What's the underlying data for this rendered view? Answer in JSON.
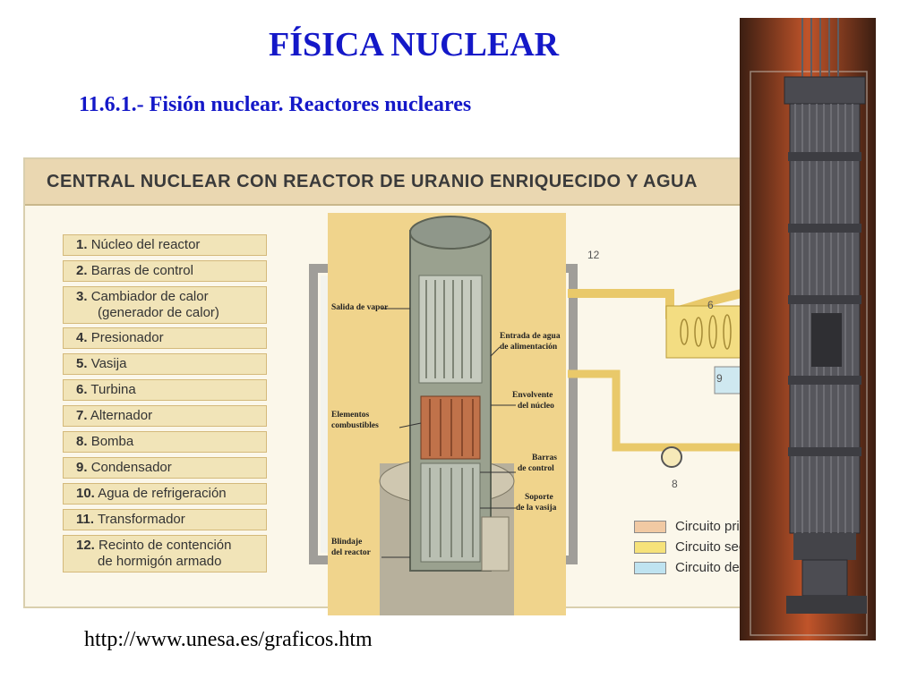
{
  "slide": {
    "title": "FÍSICA NUCLEAR",
    "subtitle": "11.6.1.- Fisión nuclear. Reactores nucleares",
    "url": "http://www.unesa.es/graficos.htm"
  },
  "diagram": {
    "header": "CENTRAL NUCLEAR CON REACTOR DE URANIO ENRIQUECIDO Y AGUA",
    "items": [
      {
        "num": "1.",
        "label": "Núcleo del reactor"
      },
      {
        "num": "2.",
        "label": "Barras de control"
      },
      {
        "num": "3.",
        "label": "Cambiador de calor",
        "label2": "(generador de calor)"
      },
      {
        "num": "4.",
        "label": "Presionador"
      },
      {
        "num": "5.",
        "label": "Vasija"
      },
      {
        "num": "6.",
        "label": "Turbina"
      },
      {
        "num": "7.",
        "label": "Alternador"
      },
      {
        "num": "8.",
        "label": "Bomba"
      },
      {
        "num": "9.",
        "label": "Condensador"
      },
      {
        "num": "10.",
        "label": "Agua de refrigeración"
      },
      {
        "num": "11.",
        "label": "Transformador"
      },
      {
        "num": "12.",
        "label": "Recinto de contención",
        "label2": "de hormigón armado"
      }
    ],
    "callouts": [
      "12",
      "6",
      "9",
      "8"
    ],
    "circuits": [
      {
        "label": "Circuito pri",
        "color": "#f1c9a3"
      },
      {
        "label": "Circuito sec",
        "color": "#f6e27a"
      },
      {
        "label": "Circuito de",
        "color": "#bfe3f0"
      }
    ]
  },
  "reactor": {
    "labels": {
      "steam_out": "Salida de vapor",
      "feed_water_1": "Entrada de agua",
      "feed_water_2": "de alimentación",
      "fuel_1": "Elementos",
      "fuel_2": "combustibles",
      "core_shell_1": "Envolvente",
      "core_shell_2": "del núcleo",
      "rods_1": "Barras",
      "rods_2": "de control",
      "support_1": "Soporte",
      "support_2": "de la vasija",
      "shield_1": "Blindaje",
      "shield_2": "del reactor"
    }
  }
}
